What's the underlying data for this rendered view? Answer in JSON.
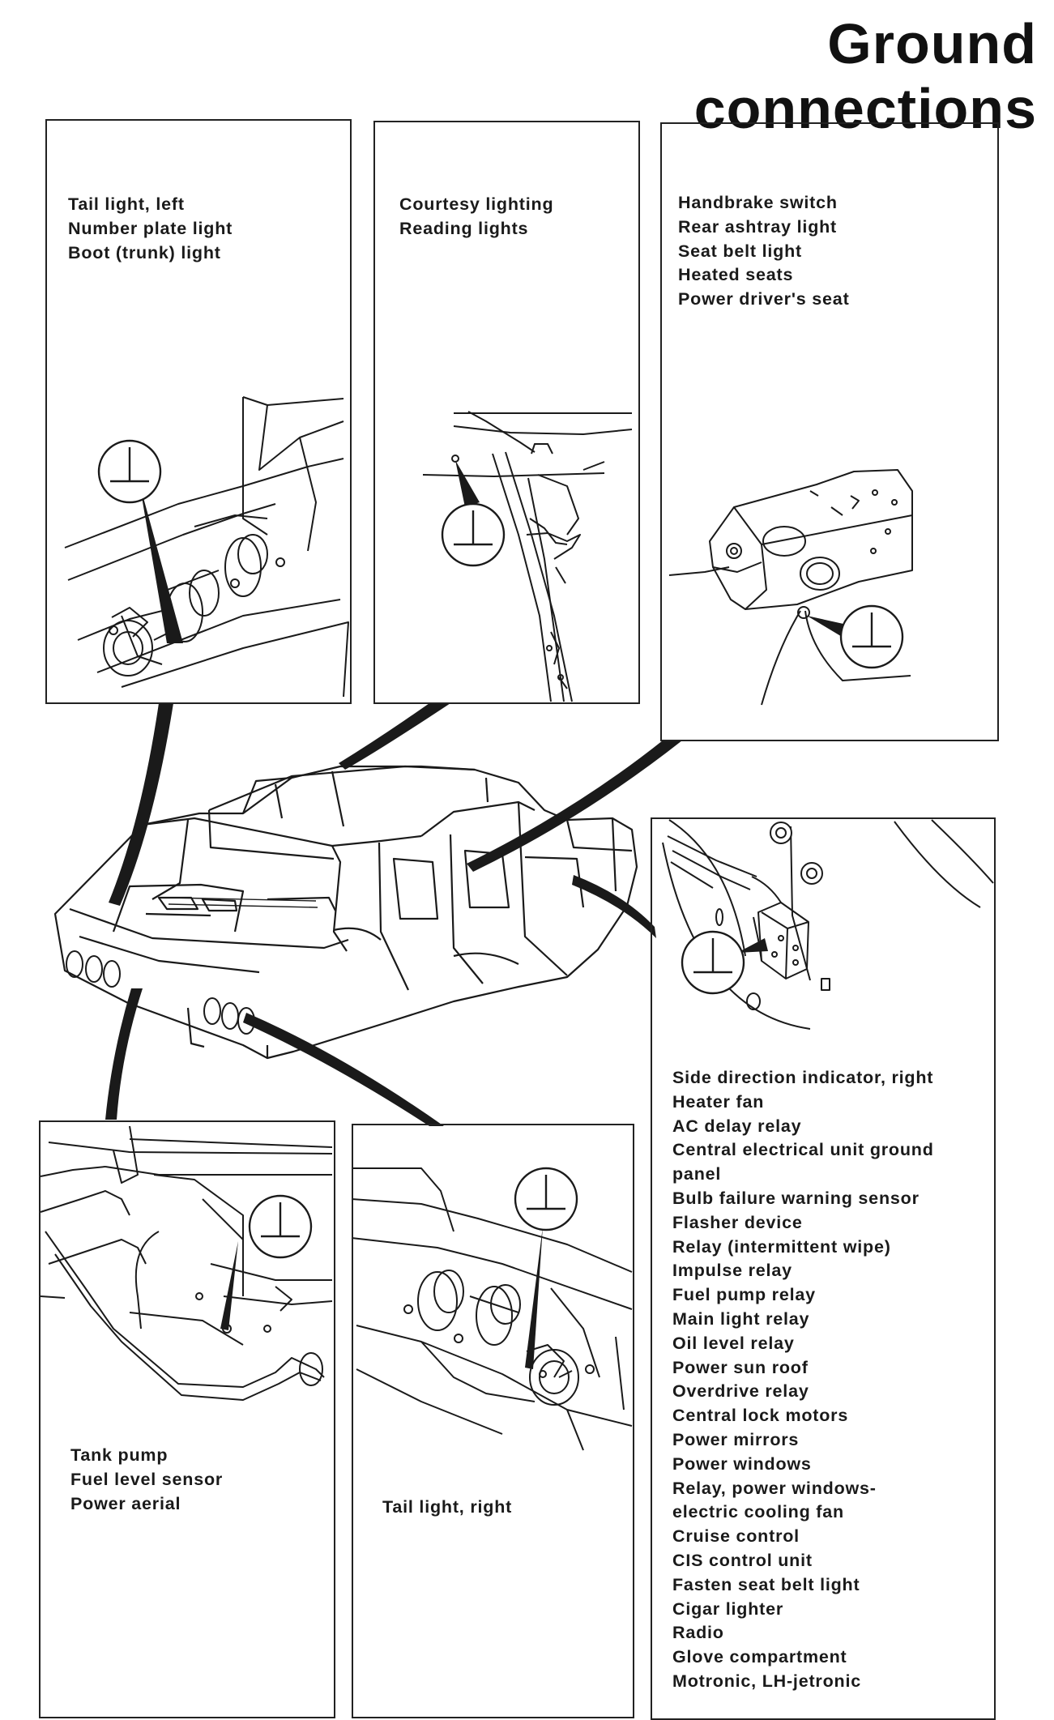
{
  "title": "Ground connections",
  "symbol": "ground-symbol",
  "panels": {
    "rear_left": {
      "items": [
        "Tail light, left",
        "Number plate light",
        "Boot (trunk) light"
      ]
    },
    "courtesy": {
      "items": [
        "Courtesy lighting",
        "Reading lights"
      ]
    },
    "handbrake": {
      "items": [
        "Handbrake switch",
        "Rear ashtray light",
        "Seat belt light",
        "Heated seats",
        "Power driver's seat"
      ]
    },
    "central": {
      "items": [
        "Side direction indicator, right",
        "Heater fan",
        "AC delay relay",
        "Central electrical unit ground",
        "panel",
        "Bulb failure warning sensor",
        "Flasher device",
        "Relay (intermittent wipe)",
        "Impulse relay",
        "Fuel pump relay",
        "Main light relay",
        "Oil level relay",
        "Power sun roof",
        "Overdrive relay",
        "Central lock motors",
        "Power mirrors",
        "Power windows",
        "Relay, power windows-",
        "electric cooling fan",
        "Cruise control",
        "CIS control unit",
        "Fasten seat belt light",
        "Cigar lighter",
        "Radio",
        "Glove compartment",
        "Motronic, LH-jetronic"
      ]
    },
    "tank": {
      "items": [
        "Tank pump",
        "Fuel level sensor",
        "Power aerial"
      ]
    },
    "rear_right": {
      "items": [
        "Tail light, right"
      ]
    }
  }
}
